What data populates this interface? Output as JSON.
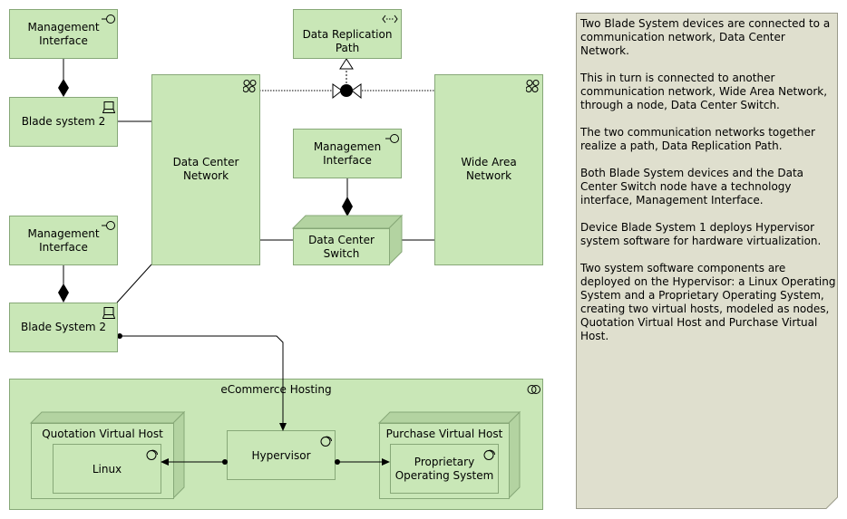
{
  "colors": {
    "element_fill": "#c9e7b7",
    "element_border": "#87a878",
    "node_side": "#b3d3a1",
    "note_fill": "#dfdfce",
    "note_border": "#9a9a8a",
    "line": "#000000"
  },
  "elements": {
    "mgmt_interface_1": {
      "label_1": "Management",
      "label_2": "Interface",
      "icon": "interface-icon"
    },
    "blade_system_a": {
      "label": "Blade system 2",
      "icon": "device-icon"
    },
    "mgmt_interface_2": {
      "label_1": "Management",
      "label_2": "Interface",
      "icon": "interface-icon"
    },
    "blade_system_b": {
      "label": "Blade System 2",
      "icon": "device-icon"
    },
    "data_center_network": {
      "label_1": "Data Center",
      "label_2": "Network",
      "icon": "communication-network-icon"
    },
    "data_replication_path": {
      "label_1": "Data Replication",
      "label_2": "Path",
      "icon": "path-icon"
    },
    "mgmt_interface_3": {
      "label_1": "Managemen",
      "label_2": "Interface",
      "icon": "interface-icon"
    },
    "data_center_switch": {
      "label_1": "Data Center",
      "label_2": "Switch",
      "icon": "node-icon"
    },
    "wide_area_network": {
      "label_1": "Wide Area",
      "label_2": "Network",
      "icon": "communication-network-icon"
    },
    "ecommerce_hosting": {
      "label": "eCommerce Hosting",
      "icon": "collaboration-icon"
    },
    "quotation_virtual_host": {
      "label": "Quotation Virtual Host"
    },
    "linux": {
      "label": "Linux",
      "icon": "system-software-icon"
    },
    "hypervisor": {
      "label": "Hypervisor",
      "icon": "system-software-icon"
    },
    "purchase_virtual_host": {
      "label": "Purchase Virtual Host"
    },
    "proprietary_os": {
      "label_1": "Proprietary",
      "label_2": "Operating System",
      "icon": "system-software-icon"
    }
  },
  "note": {
    "paragraphs": [
      "Two Blade System devices are connected to a communication network, Data Center Network.",
      "This in turn is connected to another communication network, Wide Area Network, through a node, Data Center Switch.",
      "The two communication networks together realize a path, Data Replication Path.",
      "Both Blade System devices and the Data Center Switch node have a technology interface, Management Interface.",
      "Device Blade System 1 deploys Hypervisor system software for hardware virtualization.",
      "Two system software components are deployed on the Hypervisor: a Linux Operating System and a Proprietary Operating System, creating two virtual hosts, modeled as nodes, Quotation Virtual Host and Purchase Virtual Host."
    ]
  }
}
